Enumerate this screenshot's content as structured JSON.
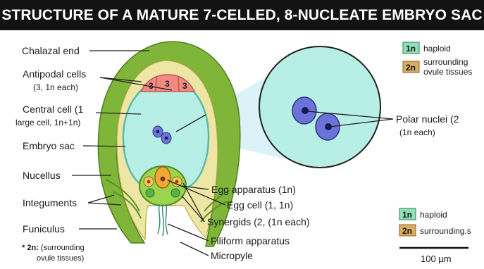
{
  "title": "STRUCTURE OF A MATURE 7-CELLED, 8-NUCLEATE EMBRYO SAC",
  "colors": {
    "integument": "#7fb63a",
    "nucellus": "#ede6a4",
    "sac": "#b7efe6",
    "antipodal": "#f08b84",
    "nucleus": "#3a3fa8",
    "haploid": "#8ee3b6",
    "diploid": "#d9ae63"
  },
  "labels": {
    "chalazal_end": "Chalazal end",
    "antipodal_line1": "Antipodal cells",
    "antipodal_line2": "(3, 1n each)",
    "central_line1": "Central cell (1",
    "central_line2": "large cell, 1n+1n)",
    "embryo_sac": "Embryo sac",
    "nucellus": "Nucellus",
    "integuments": "Integuments",
    "funiculus": "Funiculus",
    "footnote_line1_prefix": "* 2n:",
    "footnote_line1_rest": " (surrounding",
    "footnote_line2": "ovule tissues)",
    "egg_apparatus": "Egg apparatus (1n)",
    "egg_cell": "Egg cell (1, 1n)",
    "synergids": "Synergids (2, (1n each)",
    "filiform": "Filiform apparatus",
    "micropyle": "Micropyle",
    "polar_line1": "Polar nuclei (2",
    "polar_line2": "(1n each)",
    "antipodal_count": "3"
  },
  "legend_top": [
    {
      "tag": "1n",
      "line1": "haploid",
      "line2": ""
    },
    {
      "tag": "2n",
      "line1": "surrounding",
      "line2": "ovule tissues"
    }
  ],
  "legend_bottom": [
    {
      "tag": "1n",
      "label": "haploid"
    },
    {
      "tag": "2n",
      "label": "surrounding.s"
    }
  ],
  "scale_bar": "100 µm"
}
